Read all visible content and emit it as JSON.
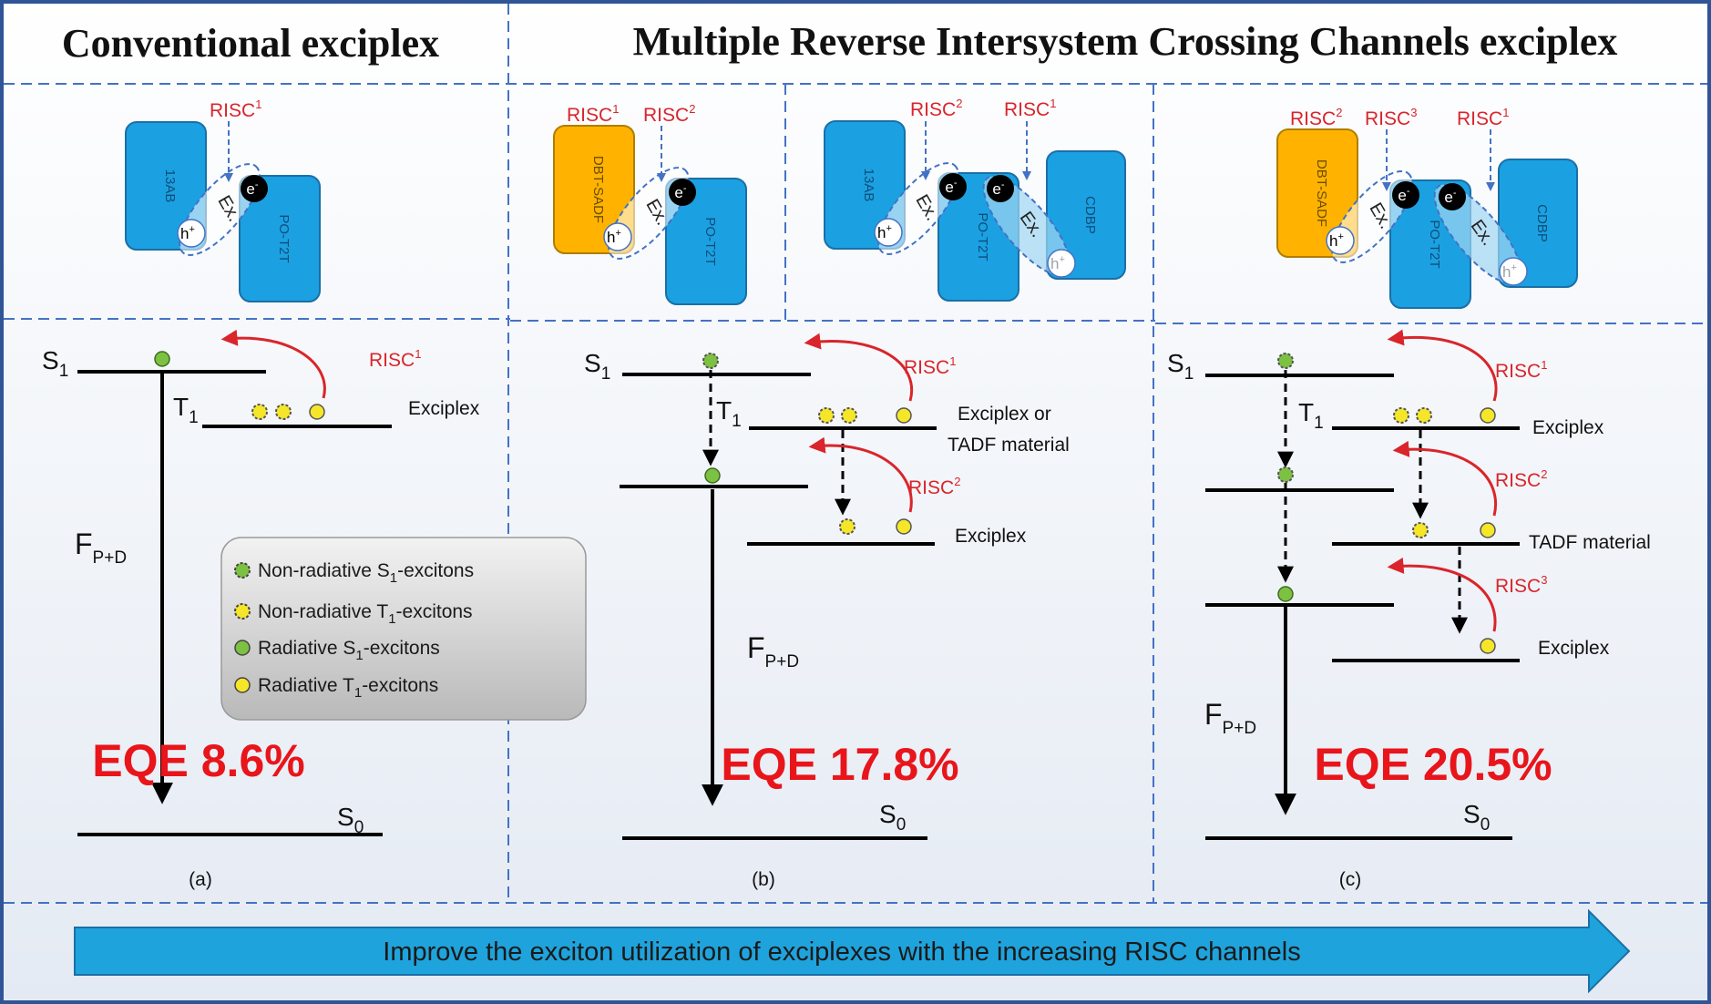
{
  "titles": {
    "conventional": "Conventional exciplex",
    "multiple": "Multiple  Reverse Intersystem  Crossing Channels exciplex"
  },
  "colors": {
    "frame": "#2f5597",
    "dash": "#4472c4",
    "molecule_blue": "#1ba1e2",
    "molecule_orange": "#ffb300",
    "risc_red": "#d9252b",
    "eqe_red": "#e8151b",
    "exciton_green": "#7cc142",
    "exciton_yellow": "#f5e62a",
    "arrow_blue": "#1fa3dc"
  },
  "molecules": {
    "a": {
      "donor": "13AB",
      "acceptor": "PO-T2T"
    },
    "b1": {
      "donor": "DBT-SADF",
      "acceptor": "PO-T2T"
    },
    "b2": {
      "donor1": "13AB",
      "acceptor": "PO-T2T",
      "donor2": "CDBP"
    },
    "c": {
      "donor1": "DBT-SADF",
      "acceptor": "PO-T2T",
      "donor2": "CDBP"
    }
  },
  "symbols": {
    "hole": "h",
    "hole_sup": "+",
    "electron": "e",
    "electron_sup": "-",
    "exciplex": "Ex.",
    "risc": "RISC",
    "sup1": "1",
    "sup2": "2",
    "sup3": "3",
    "s_base": "S",
    "t_base": "T",
    "sub1": "1",
    "sub0": "0",
    "f_base": "F",
    "f_sub": "P+D"
  },
  "levels": {
    "exciplex": "Exciplex",
    "exciplex_or": "Exciplex or",
    "tadf_material_line": "TADF material",
    "tadf_material": "TADF material"
  },
  "legend": {
    "items": [
      {
        "text": "Non-radiative S",
        "sub": "1",
        "tail": "-excitons",
        "color": "#7cc142",
        "dashed": true
      },
      {
        "text": "Non-radiative T",
        "sub": "1",
        "tail": "-excitons",
        "color": "#f5e62a",
        "dashed": true
      },
      {
        "text": "Radiative S",
        "sub": "1",
        "tail": "-excitons",
        "color": "#7cc142",
        "dashed": false
      },
      {
        "text": "Radiative T",
        "sub": "1",
        "tail": "-excitons",
        "color": "#f5e62a",
        "dashed": false
      }
    ]
  },
  "eqe": {
    "a": "EQE 8.6%",
    "b": "EQE 17.8%",
    "c": "EQE 20.5%"
  },
  "panel_labels": {
    "a": "(a)",
    "b": "(b)",
    "c": "(c)"
  },
  "bottom_arrow": "Improve the exciton utilization of exciplexes with the  increasing RISC channels"
}
